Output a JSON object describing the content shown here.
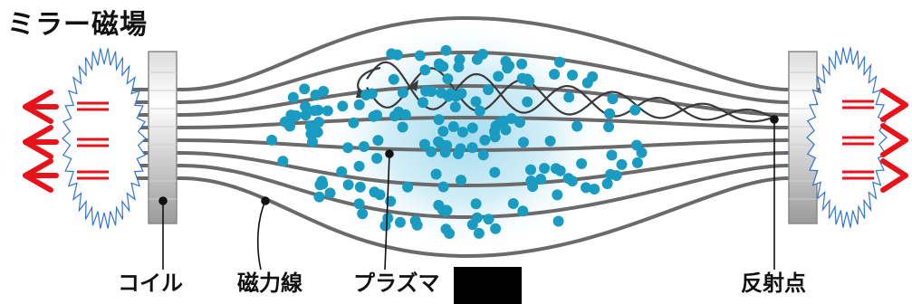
{
  "title": "ミラー磁場",
  "labels": {
    "coil": "コイル",
    "field_lines": "磁力線",
    "plasma": "プラズマ",
    "reflection_point": "反射点"
  },
  "colors": {
    "plasma_particle": "#1a9cc2",
    "plasma_glow": "#9fd9ee",
    "field_line": "#6a6a6a",
    "arrow": "#e8121a",
    "coil_current": "#e8121a",
    "spark": "#2f73d6",
    "annotation_line": "#111111"
  }
}
